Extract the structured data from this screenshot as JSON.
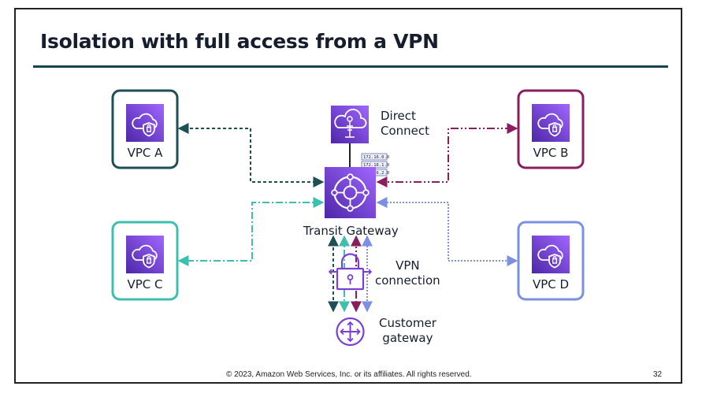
{
  "slide": {
    "title": "Isolation with full access from a VPN",
    "footer": "© 2023, Amazon Web Services, Inc. or its affiliates. All rights reserved.",
    "page_number": "32"
  },
  "diagram": {
    "vpcs": [
      {
        "label": "VPC A",
        "color": "#1d4f54"
      },
      {
        "label": "VPC B",
        "color": "#8a1e5e"
      },
      {
        "label": "VPC C",
        "color": "#3cbfae"
      },
      {
        "label": "VPC D",
        "color": "#7d8fe0"
      }
    ],
    "direct_connect": {
      "line1": "Direct",
      "line2": "Connect"
    },
    "transit_gateway": {
      "label": "Transit Gateway"
    },
    "route_table": [
      "172.16.0.0",
      "172.16.1.0",
      "172.16.2.0"
    ],
    "vpn": {
      "line1": "VPN",
      "line2": "connection"
    },
    "customer_gateway": {
      "line1": "Customer",
      "line2": "gateway"
    },
    "icon_color": "#7a3fd6"
  }
}
